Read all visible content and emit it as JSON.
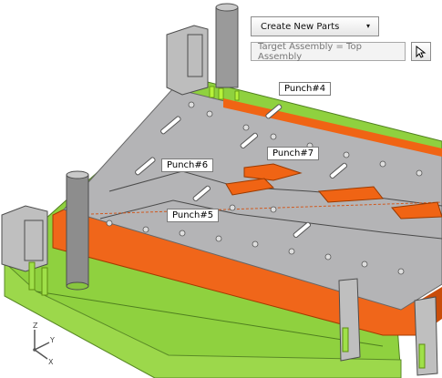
{
  "toolbar": {
    "create_parts_label": "Create New Parts",
    "create_parts_arrow": "▾",
    "target_assembly_text": "Target Assembly = Top Assembly",
    "select_tool_icon": "cursor-arrow-icon"
  },
  "callouts": {
    "punch4": "Punch#4",
    "punch5": "Punch#5",
    "punch6": "Punch#6",
    "punch7": "Punch#7"
  },
  "axes": {
    "z": "Z",
    "y": "Y",
    "x": "X"
  },
  "colors": {
    "die_base_green": "#8fd13f",
    "stripper_orange": "#f06414",
    "plate_grey": "#b4b4b6",
    "background": "#ffffff"
  }
}
